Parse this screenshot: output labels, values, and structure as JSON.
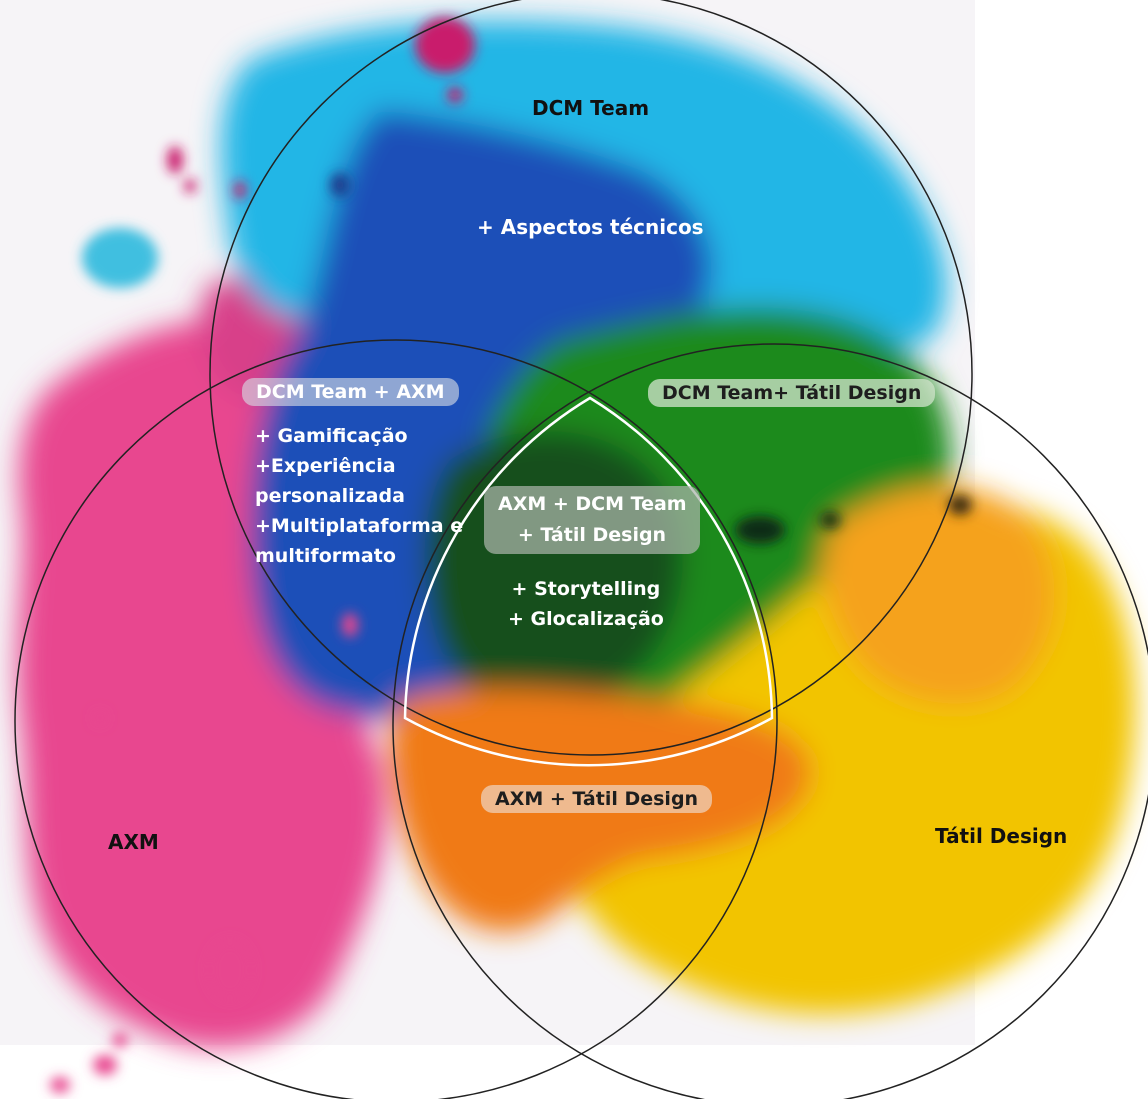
{
  "diagram": {
    "circles": {
      "dcm": {
        "title": "DCM Team",
        "content": "+ Aspectos técnicos"
      },
      "axm": {
        "title": "AXM"
      },
      "tatil": {
        "title": "Tátil Design"
      }
    },
    "intersections": {
      "dcm_axm": {
        "title": "DCM Team + AXM",
        "items": [
          "+ Gamificação",
          "+Experiência",
          "personalizada",
          "+Multiplataforma e",
          "multiformato"
        ]
      },
      "dcm_tatil": {
        "title": "DCM Team+ Tátil Design"
      },
      "axm_tatil": {
        "title": "AXM + Tátil Design"
      },
      "center": {
        "title_line1": "AXM + DCM Team",
        "title_line2": "+  Tátil Design",
        "items": [
          "+ Storytelling",
          "+ Glocalização"
        ]
      }
    },
    "colors": {
      "pink": "#e8468f",
      "blue": "#1e4fb8",
      "cyan": "#22b6e6",
      "green": "#1f8a1c",
      "yellow": "#f2c400",
      "orange": "#f07a12",
      "outline": "#222222",
      "reuleaux_outline": "#ffffff"
    }
  }
}
